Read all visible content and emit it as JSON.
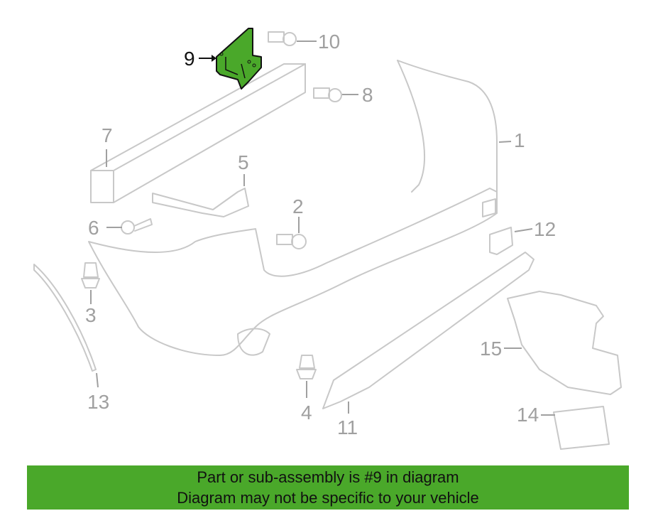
{
  "diagram": {
    "highlighted_part": "9",
    "highlight_color": "#4aa82a",
    "callouts": [
      "1",
      "2",
      "3",
      "4",
      "5",
      "6",
      "7",
      "8",
      "9",
      "10",
      "11",
      "12",
      "13",
      "14",
      "15"
    ]
  },
  "banner": {
    "line1": "Part or sub-assembly is #9 in diagram",
    "line2": "Diagram may not be specific to your vehicle",
    "color": "#4aa82a"
  }
}
